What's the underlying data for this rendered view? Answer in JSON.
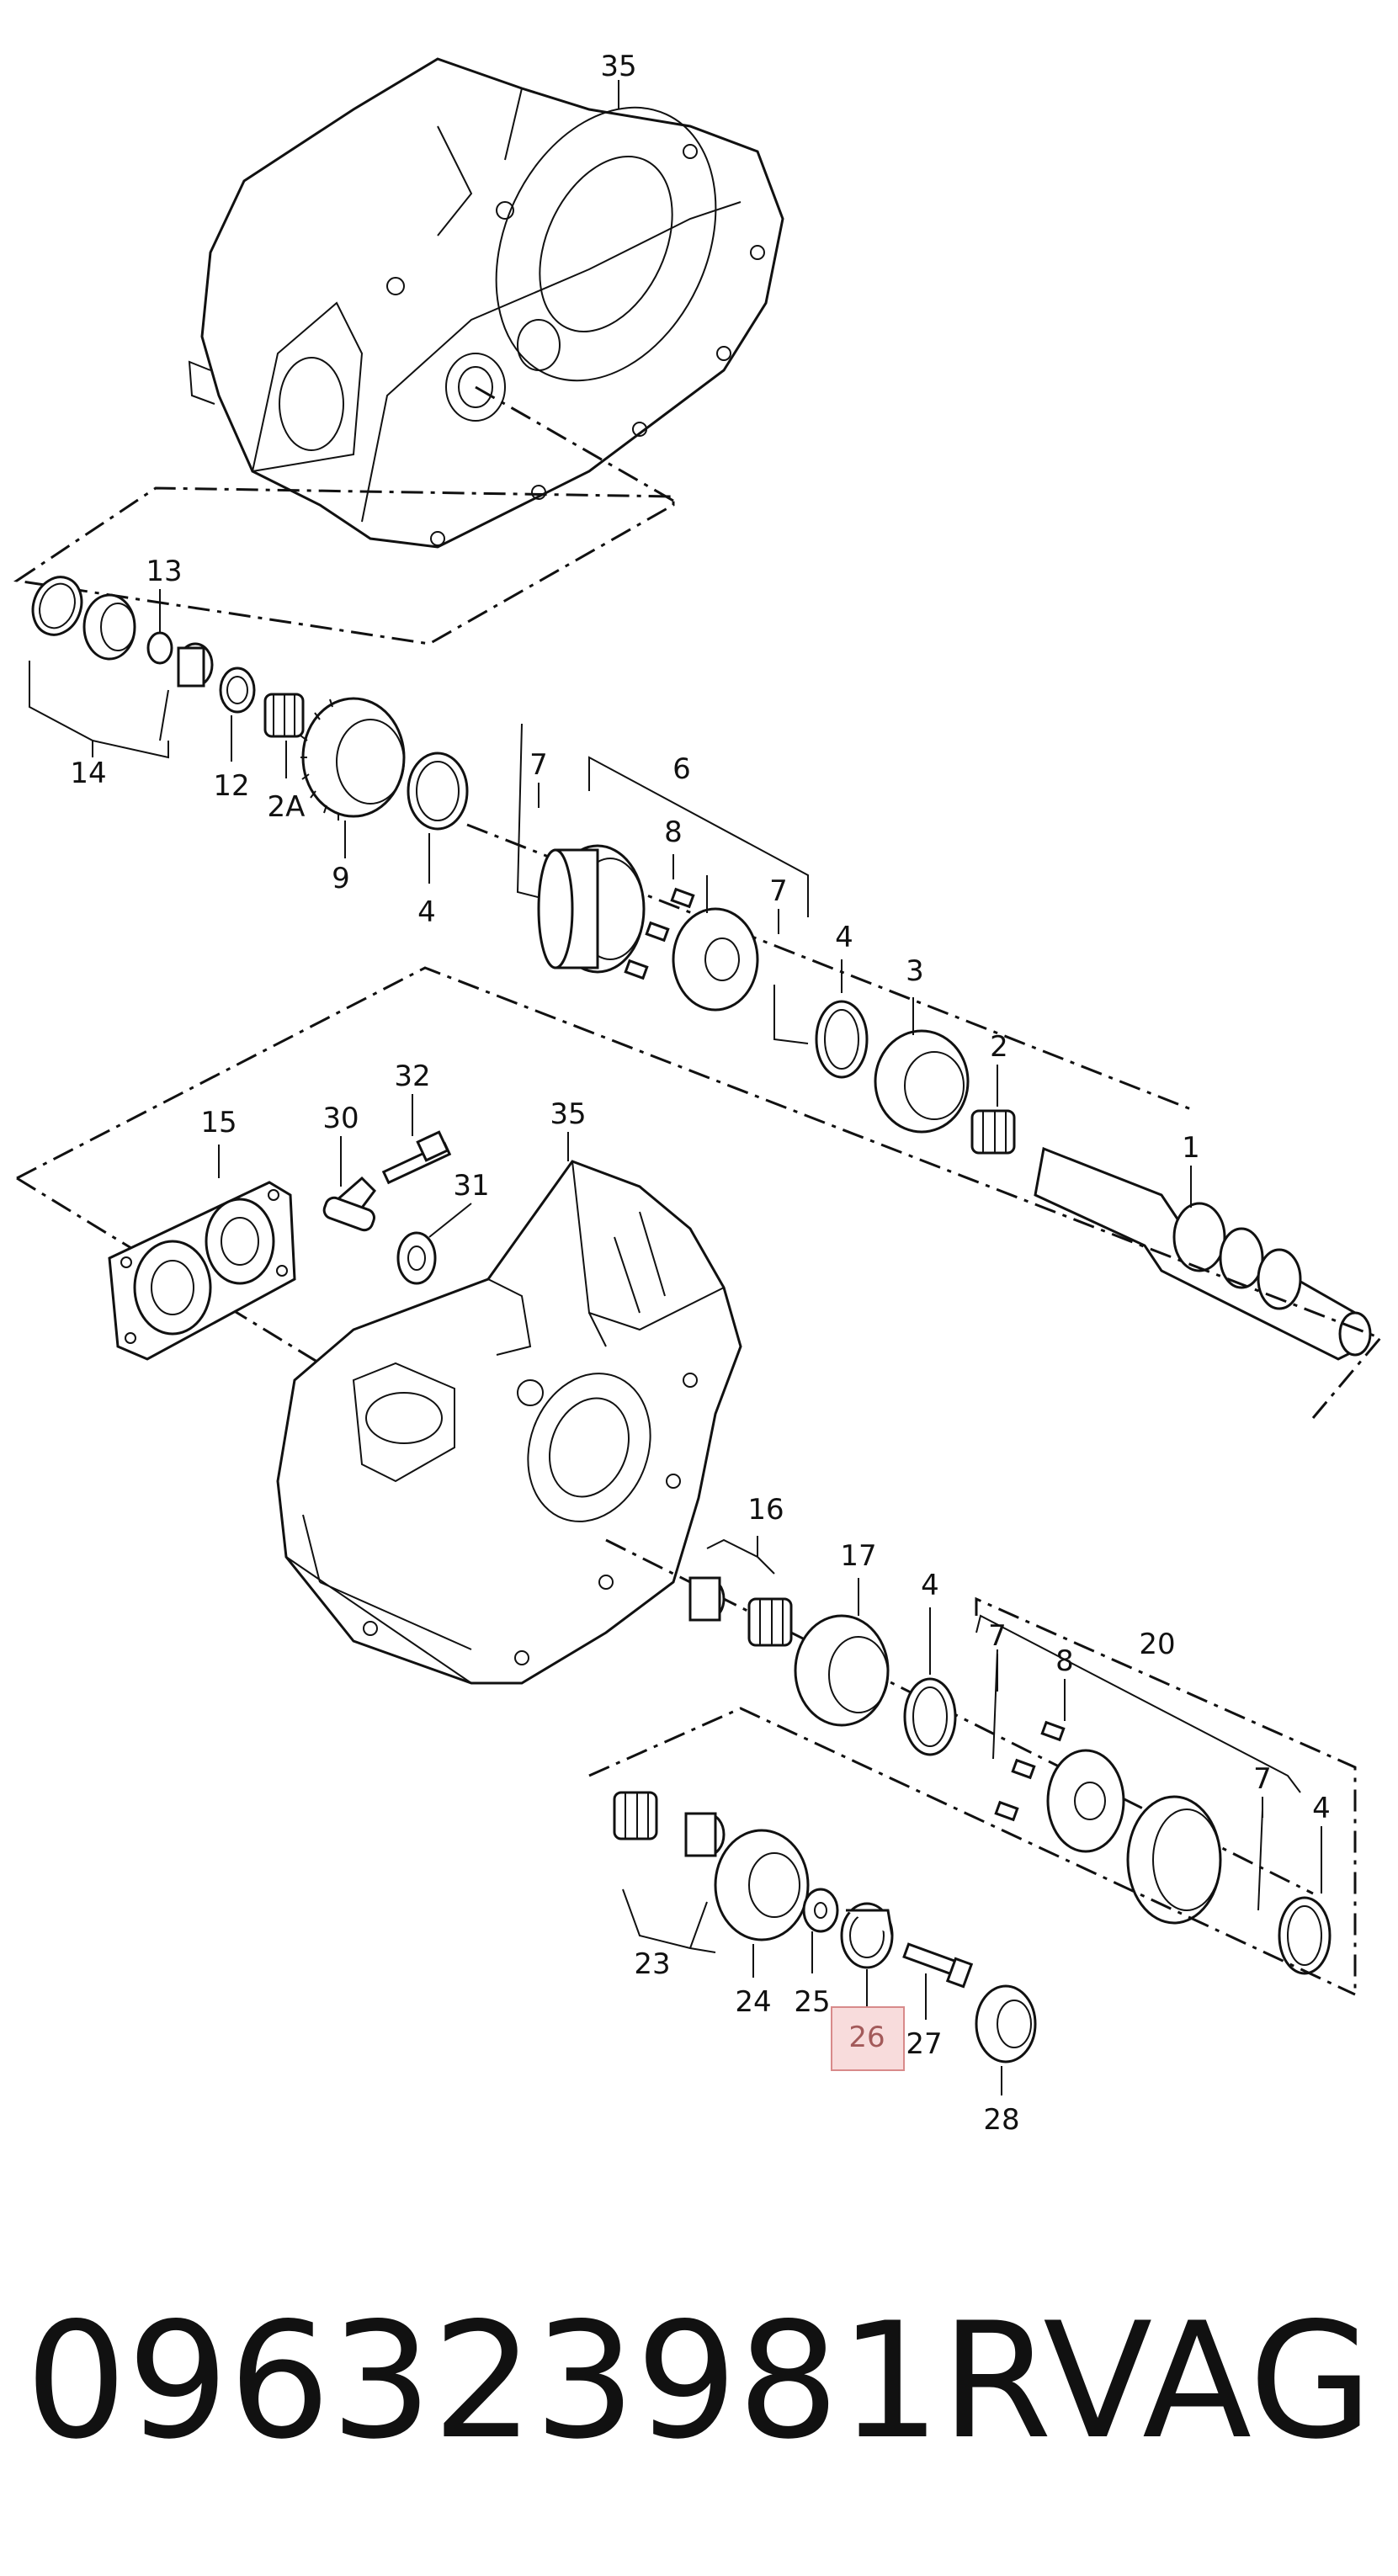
{
  "diagram": {
    "labels": {
      "l35a": "35",
      "l13": "13",
      "l14": "14",
      "l12": "12",
      "l2A": "2A",
      "l9": "9",
      "l4a": "4",
      "l7a": "7",
      "l6": "6",
      "l8a": "8",
      "l7b": "7",
      "l4b": "4",
      "l3": "3",
      "l2": "2",
      "l1": "1",
      "l15": "15",
      "l30": "30",
      "l32": "32",
      "l31": "31",
      "l35b": "35",
      "l16": "16",
      "l17": "17",
      "l4c": "4",
      "l7c": "7",
      "l8b": "8",
      "l20": "20",
      "l7d": "7",
      "l4d": "4",
      "l23": "23",
      "l24": "24",
      "l25": "25",
      "l26": "26",
      "l27": "27",
      "l28": "28"
    },
    "highlighted_part": "26",
    "highlight_color": "#f8dcdc"
  },
  "footer": {
    "part_number": "09632398​1R",
    "brand": "VAG"
  }
}
